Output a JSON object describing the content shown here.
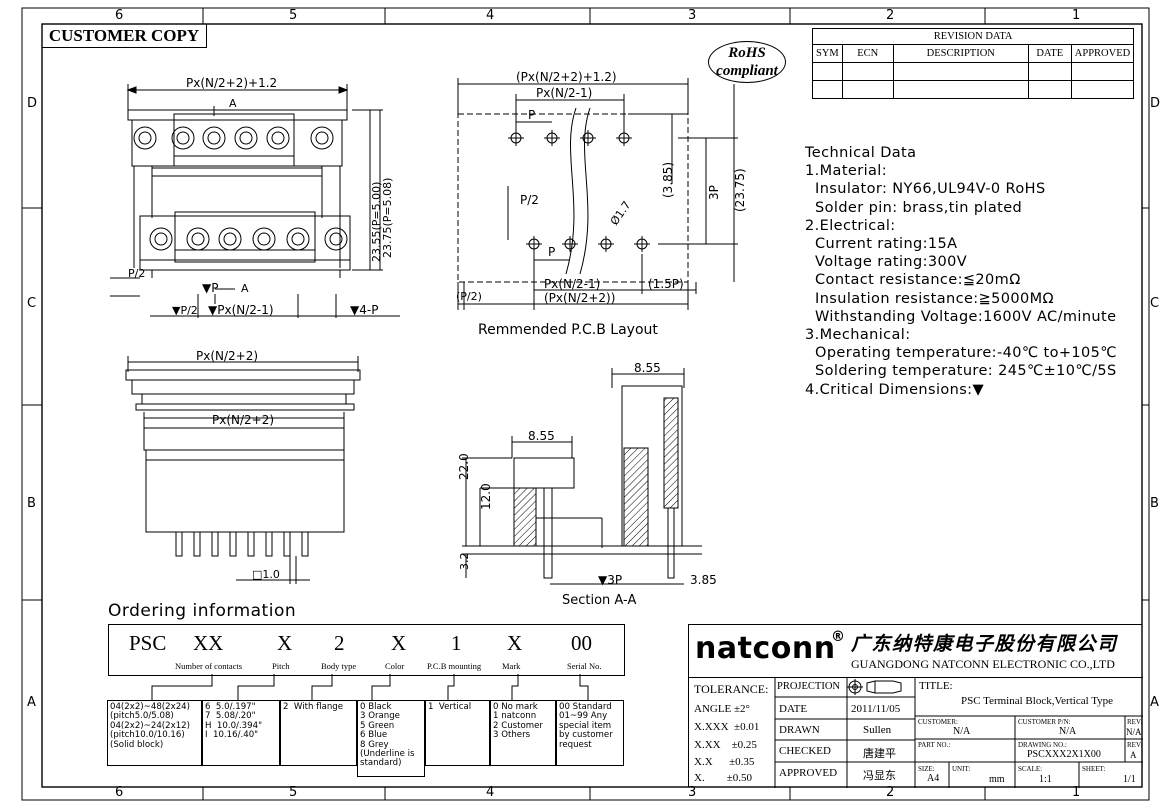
{
  "frame": {
    "cols_top": [
      "6",
      "5",
      "4",
      "3",
      "2",
      "1"
    ],
    "cols_bottom": [
      "6",
      "5",
      "4",
      "3",
      "2",
      "1"
    ],
    "rows_left": [
      "D",
      "C",
      "B",
      "A"
    ],
    "rows_right": [
      "D",
      "C",
      "B",
      "A"
    ]
  },
  "customer_copy": "CUSTOMER COPY",
  "rohs": {
    "line1": "RoHS",
    "line2": "compliant"
  },
  "revision": {
    "title": "REVISION DATA",
    "headers": [
      "SYM",
      "ECN",
      "DESCRIPTION",
      "DATE",
      "APPROVED"
    ]
  },
  "technical": {
    "heading": "Technical Data",
    "lines": [
      "1.Material:",
      "  Insulator: NY66,UL94V-0 RoHS",
      "  Solder pin: brass,tin plated",
      "2.Electrical:",
      "  Current rating:15A",
      "  Voltage rating:300V",
      "  Contact resistance:≦20mΩ",
      "  Insulation resistance:≧5000MΩ",
      "  Withstanding Voltage:1600V AC/minute",
      "3.Mechanical:",
      "  Operating temperature:-40℃ to+105℃",
      "  Soldering temperature: 245℃±10℃/5S",
      "4.Critical Dimensions:▼"
    ]
  },
  "views": {
    "top_dim": "Px(N/2+2)+1.2",
    "a_mark": "A",
    "dim_2355": "23.55(P=5.00)",
    "dim_2375": "23.75(P=5.08)",
    "p2_left": "P/2",
    "p_mark": "▼P",
    "a_mark2": "A",
    "bot_dim1": "▼P/2",
    "bot_dim2": "▼Px(N/2-1)",
    "bot_dim3": "▼4-P",
    "pcb_top1": "(Px(N/2+2)+1.2)",
    "pcb_top2": "Px(N/2-1)",
    "pcb_p": "P",
    "pcb_p2": "P/2",
    "pcb_385": "(3.85)",
    "pcb_3p": "3P",
    "pcb_2375": "(23.75)",
    "pcb_hole": "Ø1.7",
    "pcb_p3": "P",
    "pcb_bot1": "Px(N/2-1)",
    "pcb_bot2": "(1.5P)",
    "pcb_bot3": "(Px(N/2+2))",
    "pcb_left": "(P/2)",
    "pcb_caption": "Remmended P.C.B Layout",
    "side_dim1": "Px(N/2+2)",
    "side_dim2": "Px(N/2+2)",
    "side_pitch": "□1.0",
    "sec_855a": "8.55",
    "sec_855b": "8.55",
    "sec_220": "22.0",
    "sec_120": "12.0",
    "sec_32": "3.2",
    "sec_3p": "▼3P",
    "sec_385": "3.85",
    "sec_caption": "Section A-A"
  },
  "ordering": {
    "title": "Ordering information",
    "codes": [
      "PSC",
      "XX",
      "X",
      "2",
      "X",
      "1",
      "X",
      "00"
    ],
    "labels": [
      "Number of contacts",
      "Pitch",
      "Body type",
      "Color",
      "P.C.B mounting",
      "Mark",
      "Serial No."
    ],
    "options": {
      "contacts": "04(2x2)~48(2x24)\n(pitch5.0/5.08)\n04(2x2)~24(2x12)\n(pitch10.0/10.16)\n(Solid block)",
      "pitch": "6  5.0/.197\"\n7  5.08/.20\"\nH  10.0/.394\"\nI  10.16/.40\"",
      "body": "2  With flange",
      "color": "0 Black\n3 Orange\n5 Green\n6 Blue\n8 Grey\n(Underline is\nstandard)",
      "mount": "1  Vertical",
      "mark": "0 No mark\n1 natconn\n2 Customer\n3 Others",
      "serial": "00 Standard\n01~99 Any\nspecial item\nby customer\nrequest"
    }
  },
  "company": {
    "logo": "natconn",
    "reg": "®",
    "cn_name": "广东纳特康电子股份有限公司",
    "en_name": "GUANGDONG NATCONN ELECTRONIC CO.,LTD"
  },
  "titleblock": {
    "tolerance": "TOLERANCE:",
    "angle": "ANGLE ±2°",
    "xxxx": "X.XXX  ±0.01",
    "xxx": "X.XX    ±0.25",
    "xx": "X.X      ±0.35",
    "x": "X.        ±0.50",
    "projection": "PROJECTION",
    "date_label": "DATE",
    "date": "2011/11/05",
    "drawn_label": "DRAWN",
    "drawn": "Sullen",
    "checked_label": "CHECKED",
    "checked": "唐建平",
    "approved_label": "APPROVED",
    "approved": "冯显东",
    "title_label": "TITLE:",
    "title": "PSC  Terminal Block,Vertical Type",
    "customer_label": "CUSTOMER:",
    "customer": "N/A",
    "cpn_label": "CUSTOMER P/N:",
    "cpn": "N/A",
    "rev_label": "REV:",
    "rev1": "N/A",
    "partno_label": "PART NO.:",
    "drawno_label": "DRAWING NO.:",
    "drawno": "PSCXXX2X1X00",
    "rev2": "A",
    "size_label": "SIZE:",
    "size": "A4",
    "unit_label": "UNIT:",
    "unit": "mm",
    "scale_label": "SCALE:",
    "scale": "1:1",
    "sheet_label": "SHEET:",
    "sheet": "1/1"
  }
}
